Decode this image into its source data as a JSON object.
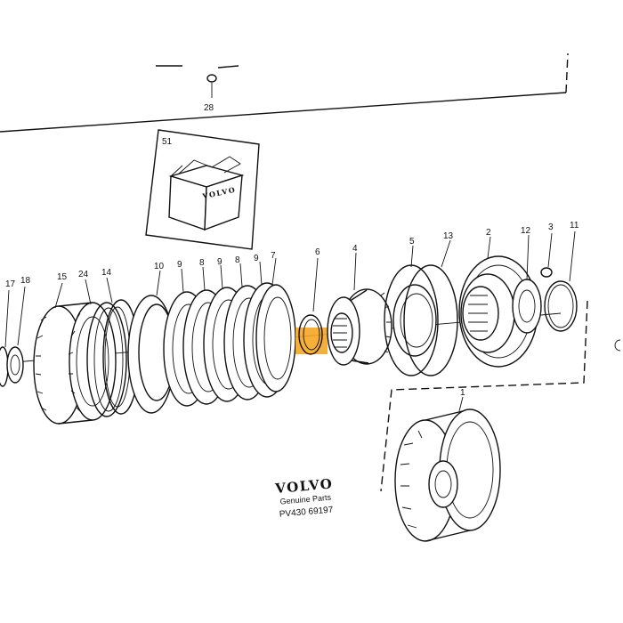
{
  "callouts": {
    "c28": "28",
    "c51": "51",
    "c17": "17",
    "c18": "18",
    "c15": "15",
    "c24": "24",
    "c14": "14",
    "c10": "10",
    "c9a": "9",
    "c8a": "8",
    "c9b": "9",
    "c8b": "8",
    "c9c": "9",
    "c7": "7",
    "c6": "6",
    "c4": "4",
    "c5": "5",
    "c13": "13",
    "c2": "2",
    "c12": "12",
    "c3": "3",
    "c11": "11",
    "c1": "1"
  },
  "box_label": "VOLVO",
  "brand": {
    "name": "VOLVO",
    "tagline": "Genuine Parts",
    "drawing_number": "PV430 69197"
  },
  "highlight": {
    "color": "#f5a623",
    "part": "6"
  }
}
